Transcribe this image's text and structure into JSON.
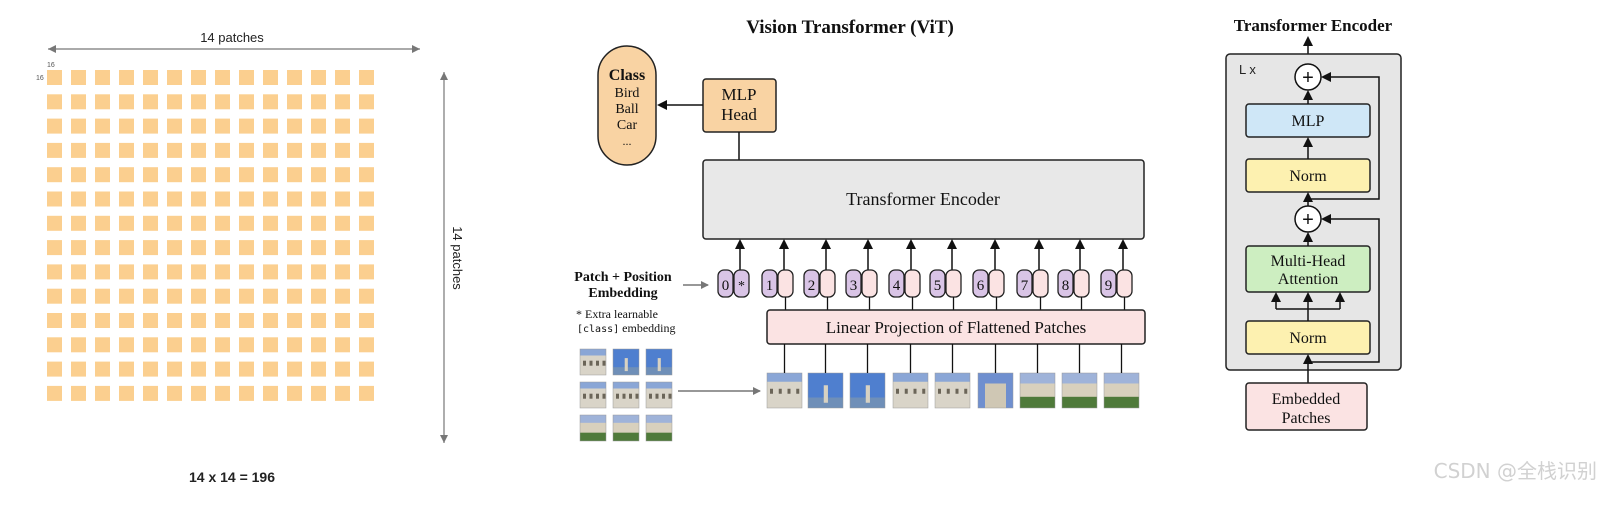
{
  "patch_grid": {
    "rows": 14,
    "cols": 14,
    "top_label": "14 patches",
    "right_label": "14 patches",
    "size_label_w": "16",
    "size_label_h": "16",
    "caption": "14 x 14 = 196",
    "color": "#fbcf8f"
  },
  "vit": {
    "title": "Vision Transformer (ViT)",
    "class_box": {
      "title": "Class",
      "items": [
        "Bird",
        "Ball",
        "Car",
        "..."
      ]
    },
    "mlp_head": {
      "line1": "MLP",
      "line2": "Head"
    },
    "encoder_label": "Transformer Encoder",
    "embedding_label": {
      "line1": "Patch + Position",
      "line2": "Embedding"
    },
    "note": {
      "line1": "* Extra learnable",
      "line2_mono": "[class]",
      "line2_rest": " embedding"
    },
    "tokens": [
      "0",
      "1",
      "2",
      "3",
      "4",
      "5",
      "6",
      "7",
      "8",
      "9"
    ],
    "class_token_mark": "*",
    "projection_label": "Linear Projection of Flattened Patches"
  },
  "encoder_detail": {
    "title": "Transformer Encoder",
    "repeat_label": "L x",
    "mlp": "MLP",
    "norm_top": "Norm",
    "mha": {
      "line1": "Multi-Head",
      "line2": "Attention"
    },
    "norm_bottom": "Norm",
    "embedded": {
      "line1": "Embedded",
      "line2": "Patches"
    },
    "plus": "+"
  },
  "watermark": "CSDN @全栈识别",
  "colors": {
    "orange": "#fbcf8f",
    "orange_box": "#f9d3a3",
    "gray_box": "#e8e8e8",
    "gray_panel": "#e6e6e6",
    "purple": "#d9c4e6",
    "pink": "#fbe3e3",
    "blue": "#cfe7f7",
    "yellow": "#fdf1b0",
    "green": "#cdeec1"
  }
}
